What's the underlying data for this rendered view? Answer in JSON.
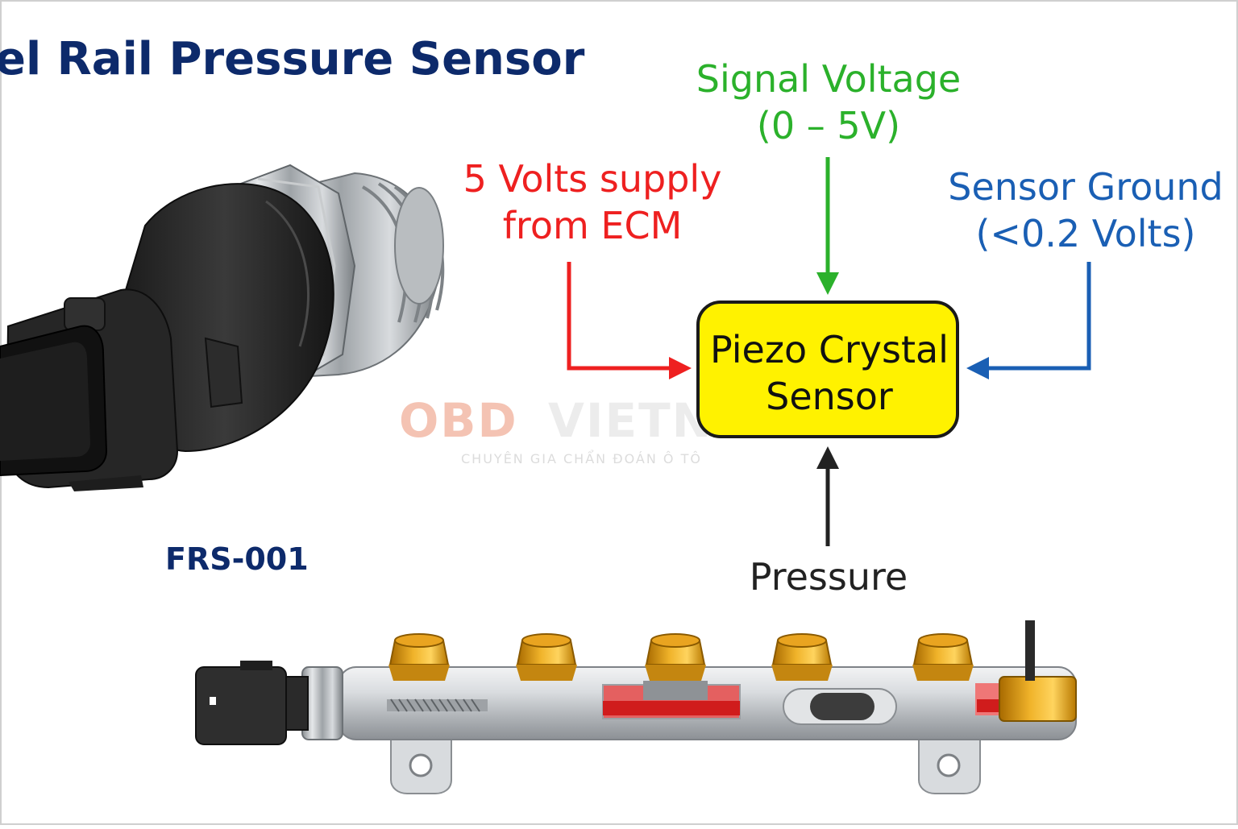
{
  "title": "el Rail Pressure Sensor",
  "part_number": "FRS-001",
  "labels": {
    "signal_line1": "Signal Voltage",
    "signal_line2": "(0 – 5V)",
    "supply_line1": "5 Volts supply",
    "supply_line2": "from ECM",
    "ground_line1": "Sensor Ground",
    "ground_line2": "(<0.2 Volts)",
    "sensor_line1": "Piezo Crystal",
    "sensor_line2": "Sensor",
    "pressure": "Pressure"
  },
  "watermark": {
    "brand_obd": "OBD",
    "brand_viet": "VIETNAM",
    "registered": "®",
    "tagline": "CHUYÊN GIA CHẨN ĐOÁN Ô TÔ"
  },
  "colors": {
    "title": "#0d2a6b",
    "signal": "#2bb12b",
    "supply": "#ee2020",
    "ground": "#1a5fb4",
    "sensor_box": "#fff200",
    "pressure": "#222222",
    "watermark": "#f3b9a6"
  }
}
